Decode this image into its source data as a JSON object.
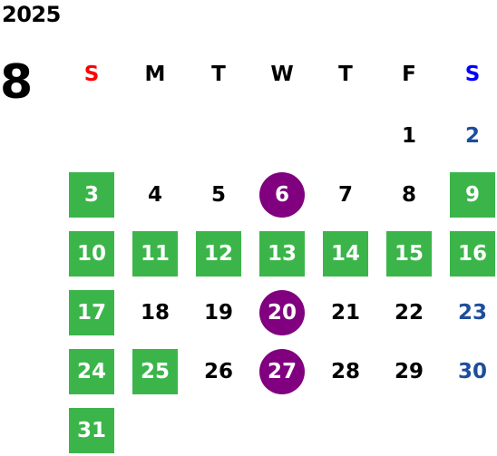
{
  "year": "2025",
  "month": "8",
  "weekdays": [
    "S",
    "M",
    "T",
    "W",
    "T",
    "F",
    "S"
  ],
  "colors": {
    "holiday_green": "#3bb54a",
    "event_purple": "#800080",
    "sunday_header": "#ff0000",
    "saturday_header": "#0000ff",
    "saturday_text": "#1d4e9c"
  },
  "days": [
    {
      "label": "1",
      "style": "normal"
    },
    {
      "label": "2",
      "style": "sat"
    },
    {
      "label": "3",
      "style": "green"
    },
    {
      "label": "4",
      "style": "normal"
    },
    {
      "label": "5",
      "style": "normal"
    },
    {
      "label": "6",
      "style": "purple"
    },
    {
      "label": "7",
      "style": "normal"
    },
    {
      "label": "8",
      "style": "normal"
    },
    {
      "label": "9",
      "style": "green"
    },
    {
      "label": "10",
      "style": "green"
    },
    {
      "label": "11",
      "style": "green"
    },
    {
      "label": "12",
      "style": "green"
    },
    {
      "label": "13",
      "style": "green"
    },
    {
      "label": "14",
      "style": "green"
    },
    {
      "label": "15",
      "style": "green"
    },
    {
      "label": "16",
      "style": "green"
    },
    {
      "label": "17",
      "style": "green"
    },
    {
      "label": "18",
      "style": "normal"
    },
    {
      "label": "19",
      "style": "normal"
    },
    {
      "label": "20",
      "style": "purple"
    },
    {
      "label": "21",
      "style": "normal"
    },
    {
      "label": "22",
      "style": "normal"
    },
    {
      "label": "23",
      "style": "sat"
    },
    {
      "label": "24",
      "style": "green"
    },
    {
      "label": "25",
      "style": "green"
    },
    {
      "label": "26",
      "style": "normal"
    },
    {
      "label": "27",
      "style": "purple"
    },
    {
      "label": "28",
      "style": "normal"
    },
    {
      "label": "29",
      "style": "normal"
    },
    {
      "label": "30",
      "style": "sat"
    },
    {
      "label": "31",
      "style": "green"
    }
  ]
}
